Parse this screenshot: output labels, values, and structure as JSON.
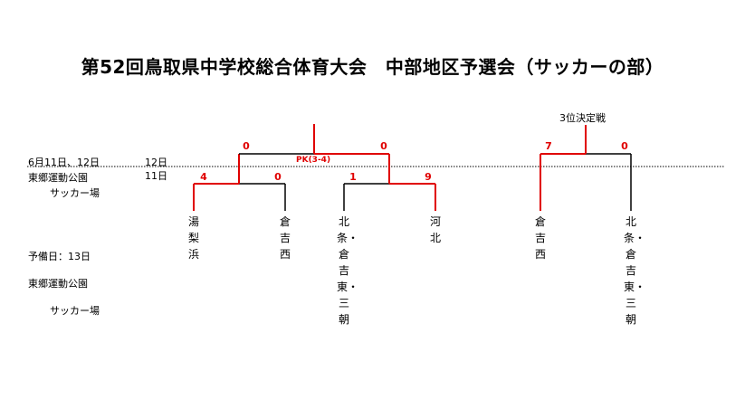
{
  "title": "第52回鳥取県中学校総合体育大会　中部地区予選会（サッカーの部）",
  "schedule": {
    "dates": "6月11日、12日",
    "venue": "東郷運動公園",
    "field": "サッカー場",
    "day12": "12日",
    "day11": "11日"
  },
  "reserve": {
    "label": "予備日：13日",
    "venue": "東郷運動公園",
    "field": "サッカー場"
  },
  "third_place": {
    "caption": "3位決定戦"
  },
  "teams": {
    "yunashihama": "湯梨浜",
    "kurayoshinishi": "倉吉西",
    "hokujo_combined": "北条・倉吉東・三朝",
    "kahoku": "河北",
    "kurayoshinishi2": "倉吉西",
    "hokujo_combined2": "北条・倉吉東・三朝"
  },
  "scores": {
    "final_left": "0",
    "final_right": "0",
    "final_pk": "PK(3-4)",
    "semi1_left": "4",
    "semi1_right": "0",
    "semi2_left": "1",
    "semi2_right": "9",
    "third_left": "7",
    "third_right": "0"
  },
  "colors": {
    "winner": "#e00000",
    "loser": "#000000"
  }
}
